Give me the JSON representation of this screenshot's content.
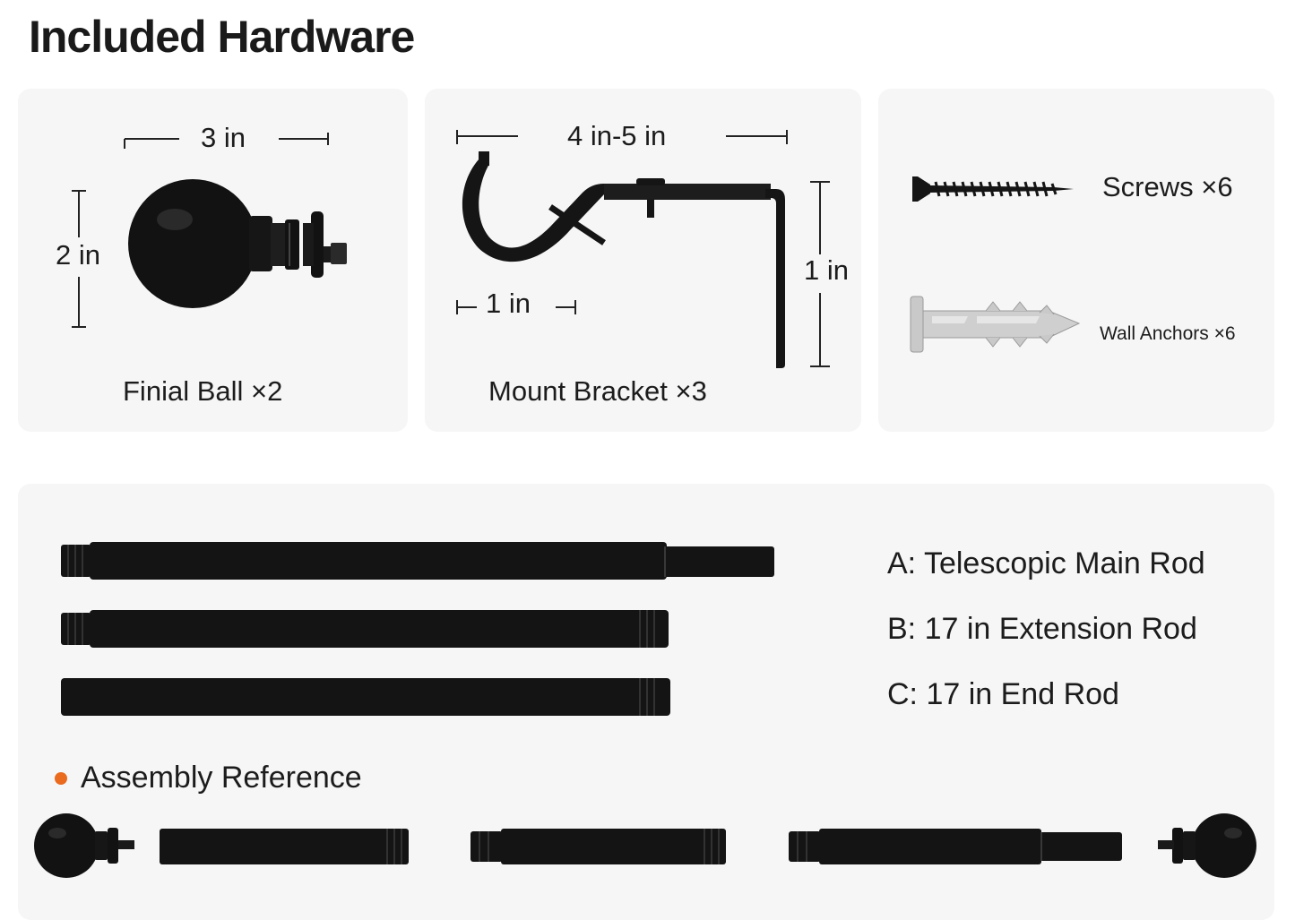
{
  "title": "Included Hardware",
  "finial": {
    "width_label": "3 in",
    "height_label": "2 in",
    "caption": "Finial Ball ×2",
    "icon": "finial-ball"
  },
  "bracket": {
    "width_label": "4 in-5 in",
    "depth_label": "1 in",
    "height_label": "1 in",
    "caption": "Mount Bracket ×3",
    "icon": "curtain-bracket"
  },
  "fasteners": {
    "screws_label": "Screws ×6",
    "anchors_label": "Wall Anchors ×6",
    "screw_icon": "screw",
    "anchor_icon": "wall-anchor"
  },
  "rods": [
    {
      "label": "A: Telescopic Main Rod"
    },
    {
      "label": "B: 17 in Extension Rod"
    },
    {
      "label": "C: 17 in End Rod"
    }
  ],
  "assembly": {
    "title": "Assembly Reference"
  },
  "colors": {
    "metal": "#121212",
    "card": "#f6f6f6",
    "accent_dot": "#ea6a1e",
    "anchor": "#c9c9c9"
  }
}
